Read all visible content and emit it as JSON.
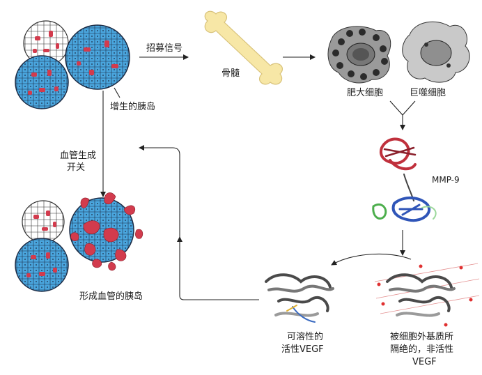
{
  "labels": {
    "recruit_signal": "招募信号",
    "bone_marrow": "骨髓",
    "mast_cell": "肥大细胞",
    "macrophage": "巨噬细胞",
    "proliferating_islet": "增生的胰岛",
    "angiogenic_switch_line1": "血管生成",
    "angiogenic_switch_line2": "开关",
    "mmp9": "MMP-9",
    "vascularized_islet": "形成血管的胰岛",
    "soluble_vegf_line1": "可溶性的",
    "soluble_vegf_line2": "活性VEGF",
    "sequestered_vegf_line1": "被细胞外基质所",
    "sequestered_vegf_line2": "隔绝的，非活性",
    "sequestered_vegf_line3": "VEGF"
  },
  "colors": {
    "islet_cell": "#4aa6de",
    "islet_outline": "#1c2b44",
    "vessel_red": "#d23b4d",
    "bone": "#f7e7a6",
    "bone_outline": "#d8c27a",
    "arrow": "#222222",
    "mmp_alpha": "#c0303c",
    "mmp_beta": "#2f55b8",
    "mmp_green": "#4cae4c",
    "vegf_gray": "#4a4a4a",
    "ecm_dot": "#e03030"
  },
  "icons": [
    "bone-icon",
    "mast-cell-icon",
    "macrophage-icon",
    "mmp9-protein-icon",
    "vegf-protein-icon",
    "islet-cluster-icon"
  ]
}
